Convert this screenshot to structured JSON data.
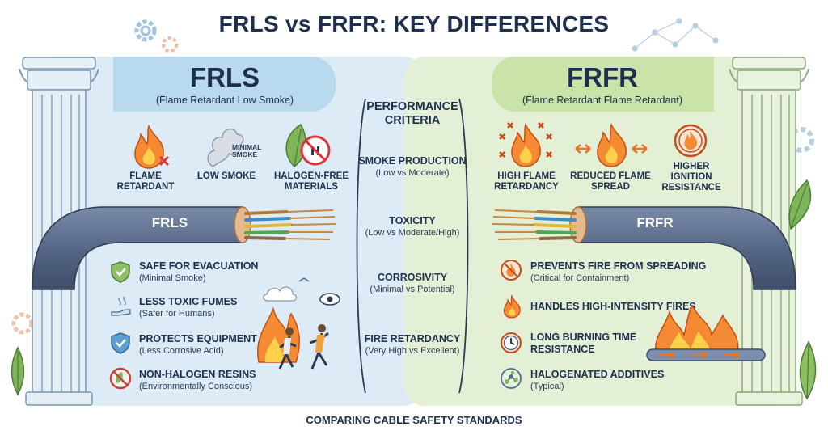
{
  "title": "FRLS vs FRFR: KEY DIFFERENCES",
  "footer": "COMPARING CABLE SAFETY STANDARDS",
  "left": {
    "name": "FRLS",
    "subtitle": "(Flame Retardant Low Smoke)",
    "cable_label": "FRLS",
    "icons": [
      {
        "label": "FLAME\nRETARDANT",
        "icon": "flame-icon"
      },
      {
        "label": "LOW SMOKE",
        "icon": "smoke-icon",
        "note": "MINIMAL\nSMOKE"
      },
      {
        "label": "HALOGEN-FREE\nMATERIALS",
        "icon": "leaf-no-halogen-icon"
      }
    ],
    "features": [
      {
        "title": "SAFE FOR EVACUATION",
        "sub": "(Minimal Smoke)",
        "icon": "shield-check-icon"
      },
      {
        "title": "LESS TOXIC FUMES",
        "sub": "(Safer for Humans)",
        "icon": "hand-fumes-icon"
      },
      {
        "title": "PROTECTS EQUIPMENT",
        "sub": "(Less Corrosive Acid)",
        "icon": "shield-check-icon"
      },
      {
        "title": "NON-HALOGEN RESINS",
        "sub": "(Environmentally Conscious)",
        "icon": "no-halogen-icon"
      }
    ]
  },
  "criteria": {
    "heading": "PERFORMANCE\nCRITERIA",
    "items": [
      {
        "name": "SMOKE PRODUCTION",
        "value": "(Low vs Moderate)"
      },
      {
        "name": "TOXICITY",
        "value": "(Low vs Moderate/High)"
      },
      {
        "name": "CORROSIVITY",
        "value": "(Minimal vs Potential)"
      },
      {
        "name": "FIRE RETARDANCY",
        "value": "(Very High vs Excellent)"
      }
    ]
  },
  "right": {
    "name": "FRFR",
    "subtitle": "(Flame Retardant Flame Retardant)",
    "cable_label": "FRFR",
    "icons": [
      {
        "label": "HIGH FLAME\nRETARDANCY",
        "icon": "flame-burst-icon"
      },
      {
        "label": "REDUCED FLAME\nSPREAD",
        "icon": "flame-arrows-icon"
      },
      {
        "label": "HIGHER\nIGNITION\nRESISTANCE",
        "icon": "flame-circle-icon"
      }
    ],
    "features": [
      {
        "title": "PREVENTS FIRE FROM SPREADING",
        "sub": "(Critical for Containment)",
        "icon": "fire-block-icon"
      },
      {
        "title": "HANDLES HIGH-INTENSITY FIRES",
        "sub": "",
        "icon": "flame-icon"
      },
      {
        "title": "LONG BURNING TIME\nRESISTANCE",
        "sub": "",
        "icon": "clock-icon"
      },
      {
        "title": "HALOGENATED ADDITIVES",
        "sub": "(Typical)",
        "icon": "molecule-icon"
      }
    ]
  },
  "colors": {
    "navy": "#1e2f4d",
    "left_panel": "#dcebf5",
    "right_panel": "#e4f0d6",
    "flame": "#f07a2a",
    "cable": "#5d6e8c"
  }
}
